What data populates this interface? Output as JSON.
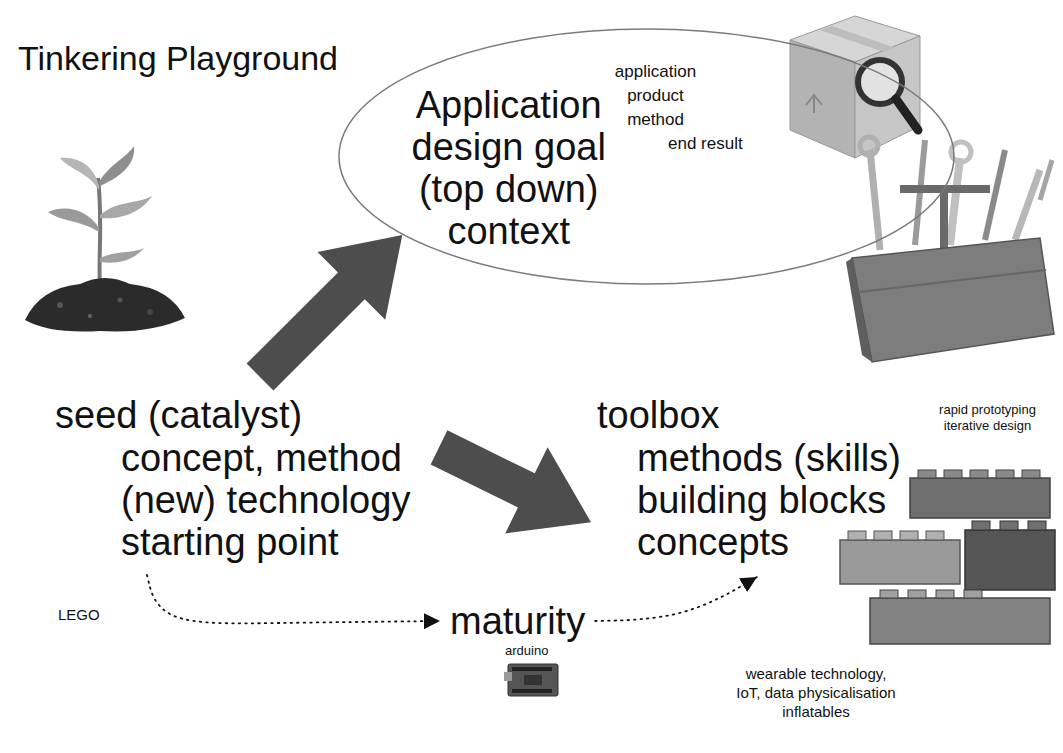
{
  "diagram": {
    "title": "Tinkering Playground",
    "nodes": [
      {
        "text": [
          "Application design goal (top down) context",
          "application product method",
          "end result"
        ]
      },
      {
        "text": [
          "seed (catalyst)",
          "concept, method (new) technology starting point"
        ]
      },
      {
        "text": [
          "toolbox",
          "methods (skills) building blocks concepts"
        ]
      },
      {
        "text": [
          "maturity"
        ]
      }
    ],
    "edges": [
      {
        "from": 1,
        "to": 0,
        "arrow": "to"
      },
      {
        "from": 1,
        "to": 2,
        "arrow": "to"
      },
      {
        "from": 1,
        "to": 3,
        "arrow": "to"
      },
      {
        "from": 3,
        "to": 2,
        "arrow": "to"
      }
    ],
    "labels": [
      "LEGO",
      "arduino",
      "rapid prototyping iterative design",
      "wearable technology, IoT, data physicalisation inflatables"
    ]
  }
}
